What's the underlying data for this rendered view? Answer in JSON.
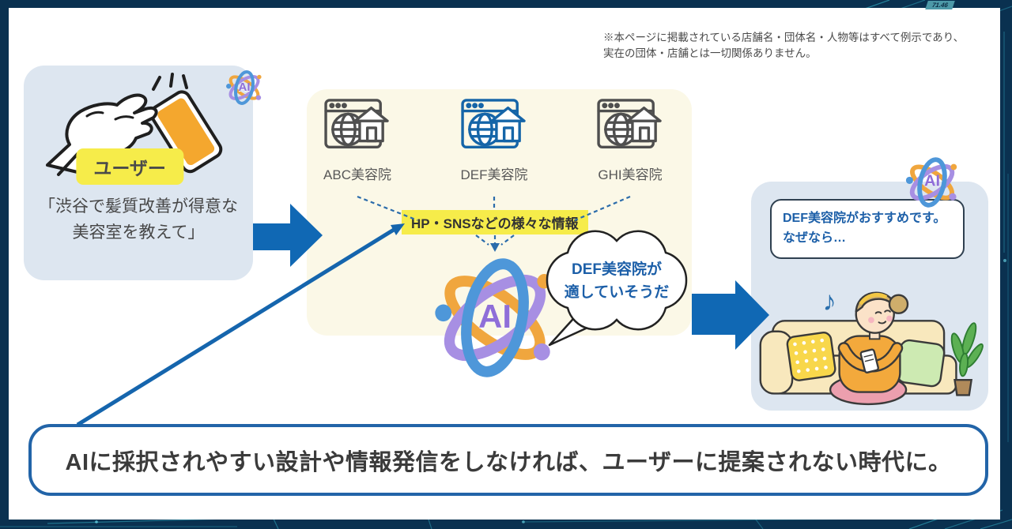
{
  "page": {
    "badge": "71.46",
    "disclaimer_line1": "※本ページに掲載されている店舗名・団体名・人物等はすべて例示であり、",
    "disclaimer_line2": "実在の団体・店舗とは一切関係ありません。"
  },
  "colors": {
    "background_navy": "#0a3150",
    "circuit_teal": "#39c4d8",
    "accent_blue": "#1068b4",
    "highlight_yellow": "#f6ec4a",
    "panel_blue_grey": "#dde6f0",
    "panel_cream": "#fbf8e7",
    "text_blue": "#1c5fa8",
    "salon_icon_grey": "#4f4f4f",
    "salon_icon_blue": "#1565a8"
  },
  "icons": {
    "ai": "AI",
    "music_note": "♪"
  },
  "user_panel": {
    "label": "ユーザー",
    "query_line1": "「渋谷で髪質改善が得意な",
    "query_line2": "美容室を教えて」"
  },
  "sources_panel": {
    "sites": [
      {
        "name": "ABC美容院"
      },
      {
        "name": "DEF美容院"
      },
      {
        "name": "GHI美容院"
      }
    ],
    "info_label": "HP・SNSなどの様々な情報",
    "thought_line1": "DEF美容院が",
    "thought_line2": "適していそうだ"
  },
  "result_panel": {
    "bubble_line1": "DEF美容院がおすすめです。",
    "bubble_line2": "なぜなら…"
  },
  "banner": {
    "text": "AIに採択されやすい設計や情報発信をしなければ、ユーザーに提案されない時代に。"
  }
}
